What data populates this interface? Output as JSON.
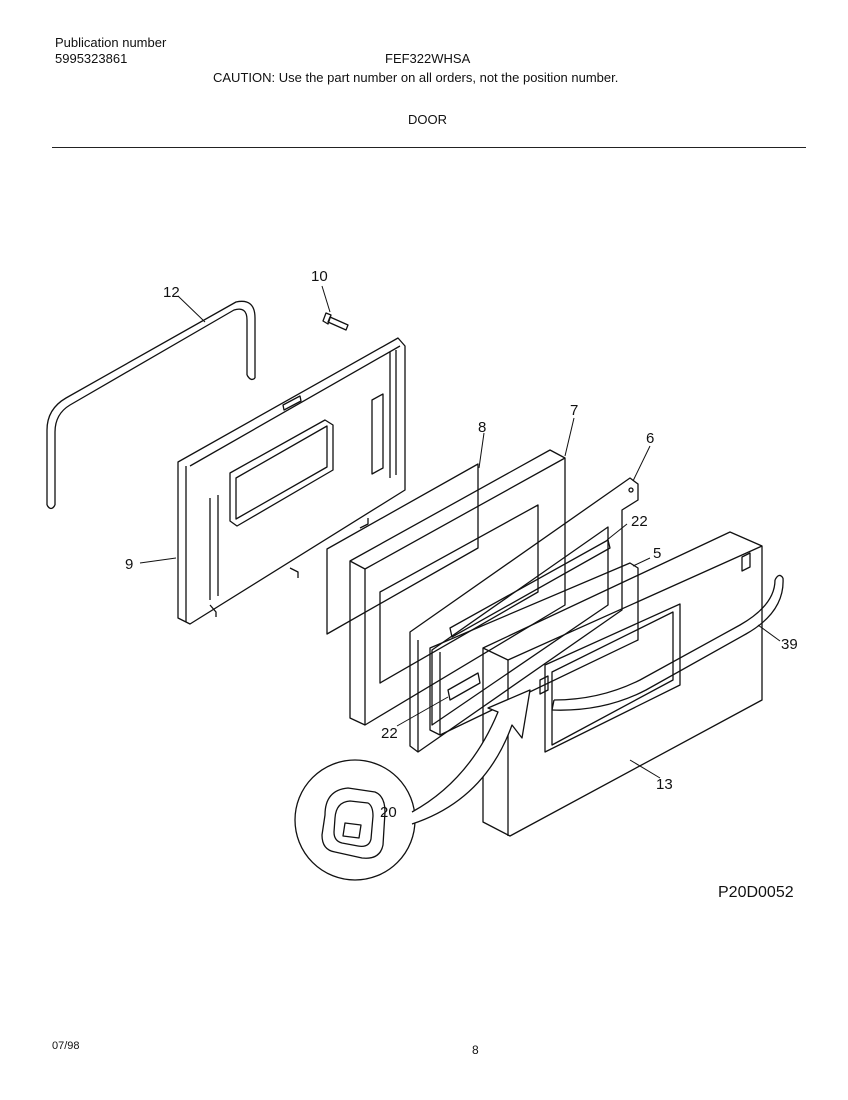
{
  "header": {
    "publication_label": "Publication number",
    "publication_number": "5995323861",
    "model": "FEF322WHSA",
    "caution": "CAUTION:  Use the part number on all orders, not the position number.",
    "section": "DOOR"
  },
  "diagram": {
    "code": "P20D0052",
    "callouts": [
      "12",
      "10",
      "8",
      "7",
      "6",
      "22",
      "5",
      "39",
      "9",
      "22",
      "13",
      "20"
    ]
  },
  "footer": {
    "date": "07/98",
    "page": "8"
  }
}
